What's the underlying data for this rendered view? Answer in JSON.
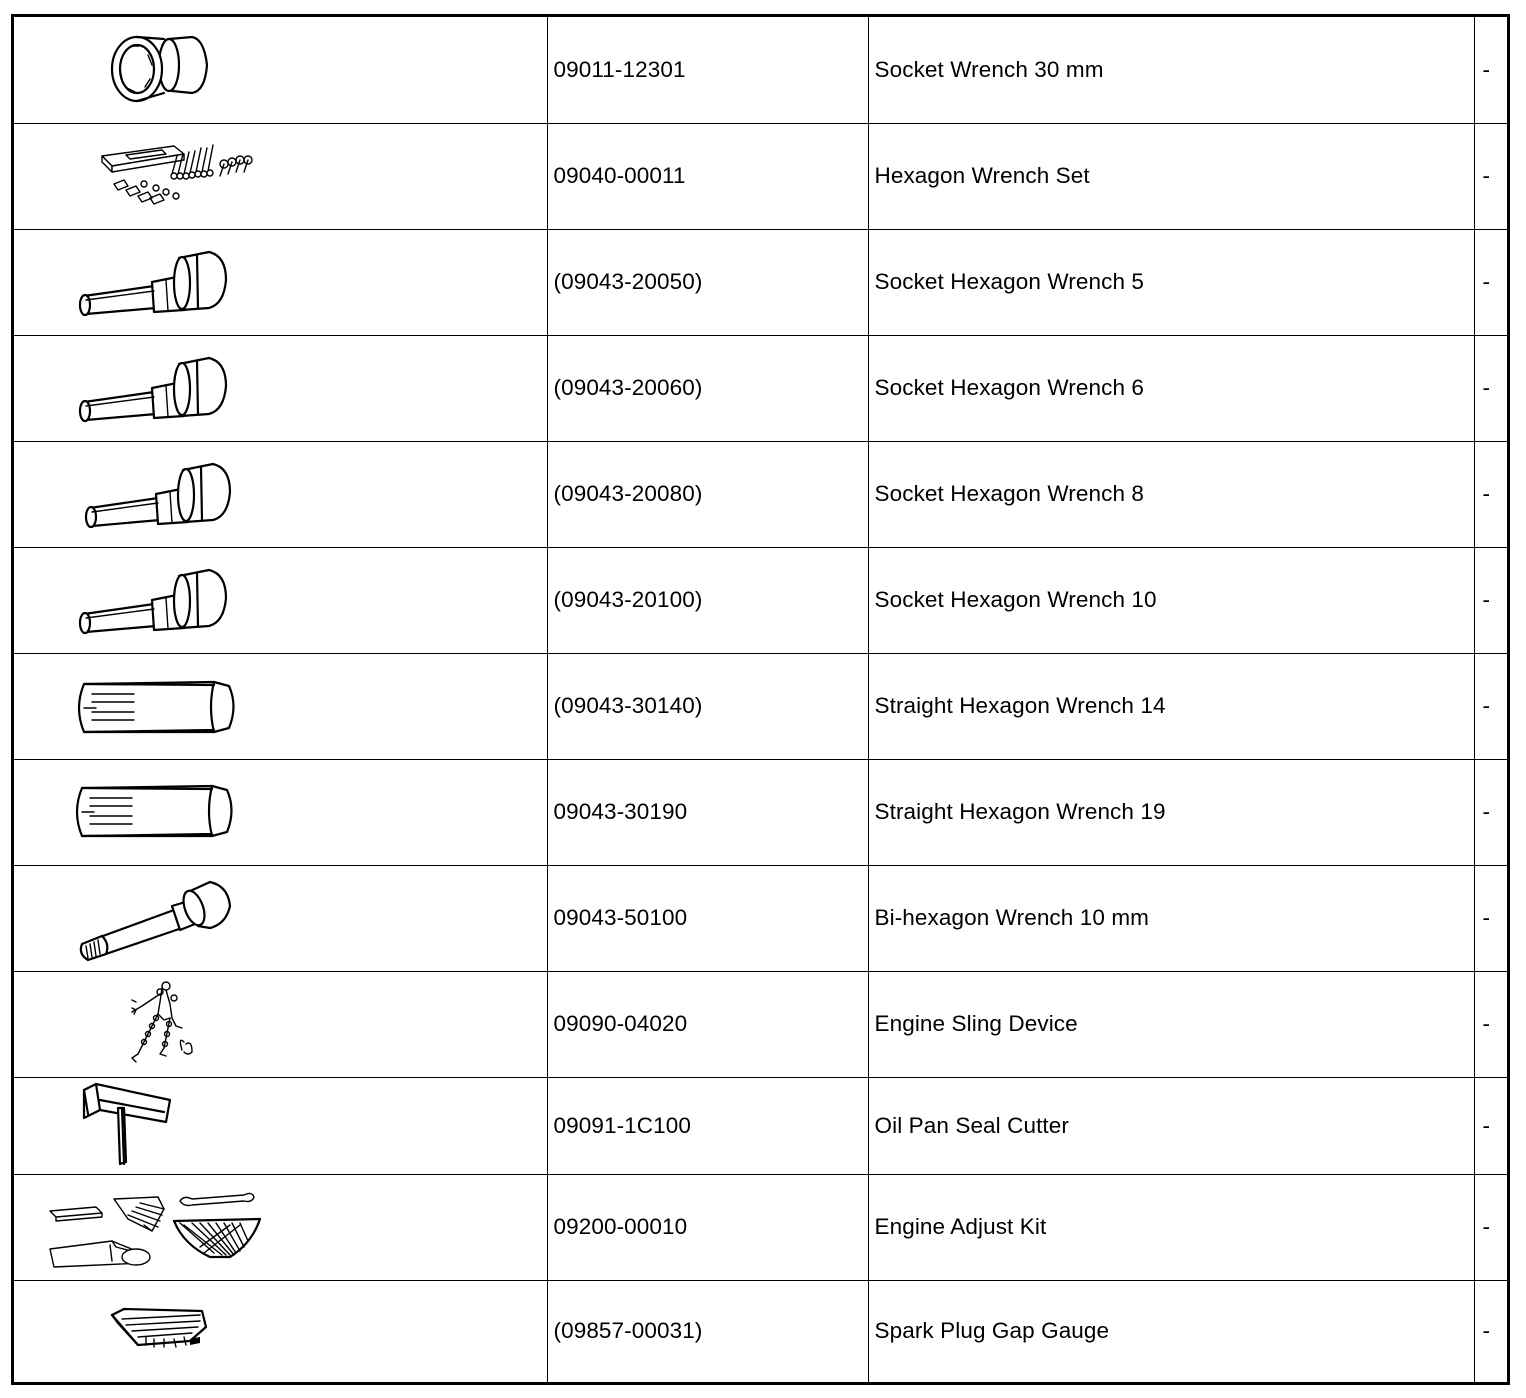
{
  "tools": [
    {
      "part_no": "09011-12301",
      "name": "Socket Wrench 30 mm",
      "note": "-",
      "illustration": "socket-wrench-illustration"
    },
    {
      "part_no": "09040-00011",
      "name": "Hexagon Wrench Set",
      "note": "-",
      "illustration": "hexagon-wrench-set-illustration"
    },
    {
      "part_no": "(09043-20050)",
      "name": "Socket Hexagon Wrench 5",
      "note": "-",
      "illustration": "socket-hexagon-wrench-illustration"
    },
    {
      "part_no": "(09043-20060)",
      "name": "Socket Hexagon Wrench 6",
      "note": "-",
      "illustration": "socket-hexagon-wrench-illustration"
    },
    {
      "part_no": "(09043-20080)",
      "name": "Socket Hexagon Wrench 8",
      "note": "-",
      "illustration": "socket-hexagon-wrench-illustration"
    },
    {
      "part_no": "(09043-20100)",
      "name": "Socket Hexagon Wrench 10",
      "note": "-",
      "illustration": "socket-hexagon-wrench-illustration"
    },
    {
      "part_no": "(09043-30140)",
      "name": "Straight Hexagon Wrench 14",
      "note": "-",
      "illustration": "straight-hexagon-wrench-illustration"
    },
    {
      "part_no": "09043-30190",
      "name": "Straight Hexagon Wrench 19",
      "note": "-",
      "illustration": "straight-hexagon-wrench-illustration"
    },
    {
      "part_no": "09043-50100",
      "name": "Bi-hexagon Wrench 10 mm",
      "note": "-",
      "illustration": "bi-hexagon-wrench-illustration"
    },
    {
      "part_no": "09090-04020",
      "name": "Engine Sling Device",
      "note": "-",
      "illustration": "engine-sling-device-illustration"
    },
    {
      "part_no": "09091-1C100",
      "name": "Oil Pan Seal Cutter",
      "note": "-",
      "illustration": "oil-pan-seal-cutter-illustration"
    },
    {
      "part_no": "09200-00010",
      "name": "Engine Adjust Kit",
      "note": "-",
      "illustration": "engine-adjust-kit-illustration"
    },
    {
      "part_no": "(09857-00031)",
      "name": "Spark Plug Gap Gauge",
      "note": "-",
      "illustration": "spark-plug-gap-gauge-illustration"
    }
  ]
}
